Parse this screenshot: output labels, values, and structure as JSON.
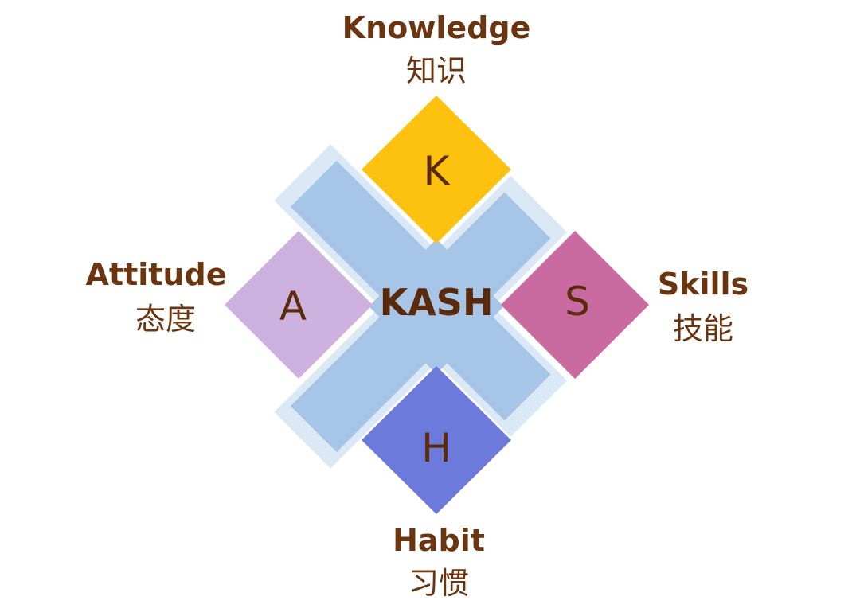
{
  "center": {
    "label": "KASH"
  },
  "nodes": {
    "knowledge": {
      "letter": "K",
      "title": "Knowledge",
      "subtitle": "知识",
      "color": "#fcc20f"
    },
    "attitude": {
      "letter": "A",
      "title": "Attitude",
      "subtitle": "态度",
      "color": "#cdb1de"
    },
    "skills": {
      "letter": "S",
      "title": "Skills",
      "subtitle": "技能",
      "color": "#c96aa0"
    },
    "habit": {
      "letter": "H",
      "title": "Habit",
      "subtitle": "习惯",
      "color": "#6b7adb"
    }
  },
  "colors": {
    "cross_fill": "#a7c5e7",
    "cross_outline": "#dbe8f5",
    "text": "#6b3510"
  }
}
